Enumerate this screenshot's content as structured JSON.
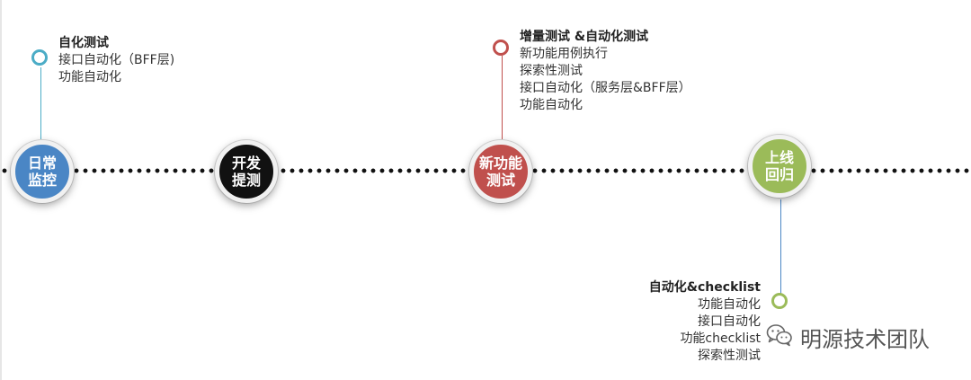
{
  "colors": {
    "blue": "#4a86c5",
    "black": "#111111",
    "red": "#c0504d",
    "green": "#9bbb59",
    "teal": "#4bacc6"
  },
  "stages": [
    {
      "label": "日常\n监控",
      "color": "#4a86c5"
    },
    {
      "label": "开发\n提测",
      "color": "#111111"
    },
    {
      "label": "新功能\n测试",
      "color": "#c0504d"
    },
    {
      "label": "上线\n回归",
      "color": "#9bbb59"
    }
  ],
  "notes": {
    "monitoring": {
      "title": "自化测试",
      "lines": [
        "接口自动化（BFF层)",
        "功能自动化"
      ]
    },
    "new_feature": {
      "title": "增量测试 &自动化测试",
      "lines": [
        "新功能用例执行",
        "探索性测试",
        "接口自动化（服务层&BFF层）",
        "功能自动化"
      ]
    },
    "release": {
      "title": "自动化&checklist",
      "lines": [
        "功能自动化",
        "接口自动化",
        "功能checklist",
        "探索性测试"
      ]
    }
  },
  "watermark": {
    "icon": "wechat-icon",
    "text": "明源技术团队"
  }
}
